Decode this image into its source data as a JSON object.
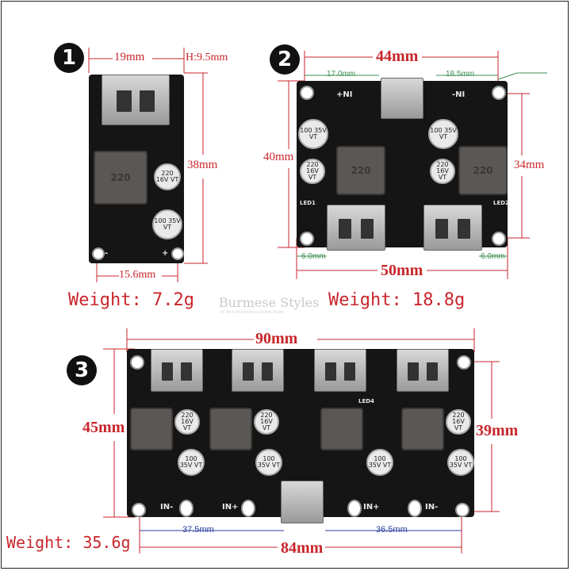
{
  "modules": [
    {
      "number": "1",
      "dims": {
        "top": "19mm",
        "height_note": "H:9.5mm",
        "right": "38mm",
        "bottom": "15.6mm"
      },
      "weight": "Weight: 7.2g",
      "silk": {
        "inductor": "220",
        "cap1": "220 16V VT",
        "cap2": "100 35V VT",
        "minus": "-",
        "plus": "+"
      }
    },
    {
      "number": "2",
      "dims": {
        "top": "44mm",
        "top_left": "17.0mm",
        "top_right": "18.5mm",
        "left": "40mm",
        "right": "34mm",
        "bottom": "50mm",
        "bottom_left": "6.0mm",
        "bottom_right": "6.0mm"
      },
      "weight": "Weight: 18.8g",
      "silk": {
        "in_plus": "+NI",
        "in_minus": "-NI",
        "inductor": "220",
        "cap": "100 35V VT",
        "cap2": "220 16V VT",
        "led1": "LED1",
        "led2": "LED2"
      }
    },
    {
      "number": "3",
      "dims": {
        "top": "90mm",
        "left": "45mm",
        "right": "39mm",
        "bottom": "84mm",
        "bottom_left": "37.5mm",
        "bottom_right": "36.5mm"
      },
      "weight": "Weight: 35.6g",
      "silk": {
        "in_minus_1": "IN-",
        "in_plus_1": "IN+",
        "in_plus_2": "IN+",
        "in_minus_2": "IN-",
        "cap1": "220 16V VT",
        "cap2": "100 35V VT",
        "led": "LED4"
      }
    }
  ],
  "watermark": {
    "title": "Burmese Styles",
    "subtitle": "Hi Tech Electronics Online Store"
  },
  "colors": {
    "dim_red": "#c8262b",
    "dim_green": "#3f8f52",
    "dim_blue": "#2a3fa0",
    "pcb": "#151515"
  }
}
